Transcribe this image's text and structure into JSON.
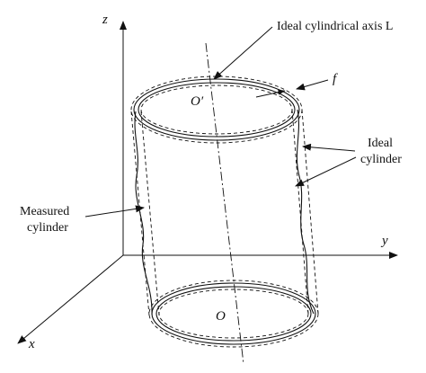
{
  "axes": {
    "z": "z",
    "y": "y",
    "x": "x"
  },
  "points": {
    "top_center": "O′",
    "bottom_center": "O"
  },
  "labels": {
    "ideal_axis": "Ideal cylindrical axis L",
    "f": "f",
    "ideal_cylinder_line1": "Ideal",
    "ideal_cylinder_line2": "cylinder",
    "measured_line1": "Measured",
    "measured_line2": "cylinder"
  },
  "colors": {
    "ink": "#111111",
    "background": "#ffffff"
  }
}
